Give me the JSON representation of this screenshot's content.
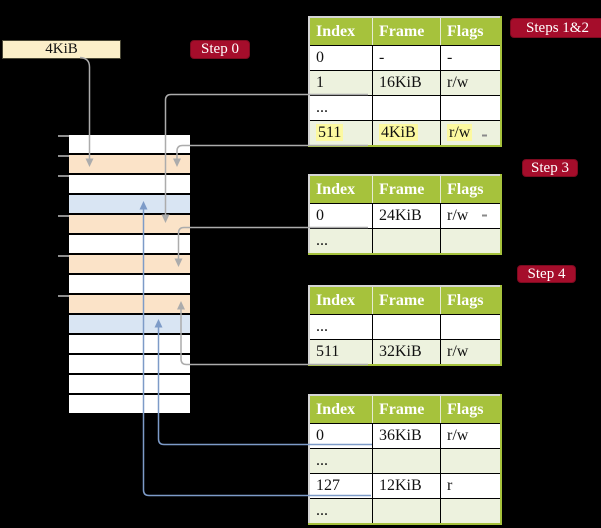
{
  "labels": {
    "size_box": "4KiB",
    "step0": "Step 0",
    "steps12": "Steps 1&2",
    "step3": "Step 3",
    "step4": "Step 4"
  },
  "tables": [
    {
      "caption_ref": "Steps 1&2",
      "columns": [
        "Index",
        "Frame",
        "Flags"
      ],
      "rows": [
        {
          "cells": [
            "0",
            "-",
            "-"
          ]
        },
        {
          "cells": [
            "1",
            "16KiB",
            "r/w"
          ]
        },
        {
          "cells": [
            "...",
            "",
            ""
          ]
        },
        {
          "cells": [
            "511",
            "4KiB",
            "r/w"
          ],
          "highlight": true
        }
      ]
    },
    {
      "caption_ref": "Step 3",
      "columns": [
        "Index",
        "Frame",
        "Flags"
      ],
      "rows": [
        {
          "cells": [
            "0",
            "24KiB",
            "r/w"
          ]
        },
        {
          "cells": [
            "...",
            "",
            ""
          ]
        }
      ]
    },
    {
      "caption_ref": "Step 4",
      "columns": [
        "Index",
        "Frame",
        "Flags"
      ],
      "rows": [
        {
          "cells": [
            "...",
            "",
            ""
          ]
        },
        {
          "cells": [
            "511",
            "32KiB",
            "r/w"
          ]
        }
      ]
    },
    {
      "caption_ref": "",
      "columns": [
        "Index",
        "Frame",
        "Flags"
      ],
      "rows": [
        {
          "cells": [
            "0",
            "36KiB",
            "r/w"
          ]
        },
        {
          "cells": [
            "...",
            "",
            ""
          ]
        },
        {
          "cells": [
            "127",
            "12KiB",
            "r"
          ]
        },
        {
          "cells": [
            "...",
            "",
            ""
          ]
        }
      ]
    }
  ],
  "memory": {
    "rows": [
      {
        "kind": "free"
      },
      {
        "kind": "pagetable"
      },
      {
        "kind": "free"
      },
      {
        "kind": "data"
      },
      {
        "kind": "pagetable"
      },
      {
        "kind": "free"
      },
      {
        "kind": "pagetable"
      },
      {
        "kind": "free"
      },
      {
        "kind": "pagetable"
      },
      {
        "kind": "data"
      },
      {
        "kind": "free"
      },
      {
        "kind": "free"
      },
      {
        "kind": "free"
      },
      {
        "kind": "free"
      }
    ]
  },
  "colors": {
    "background": "#000000",
    "badge": "#A50D2B",
    "table_header": "#A6C23C",
    "row_shade": "#EDF2DE",
    "highlight": "#FCF9A0",
    "pagetable_row": "#FBE3C8",
    "data_row": "#D9E5F3",
    "free_row": "#FFFFFF",
    "box_fill": "#FBEFC9",
    "connector_gray": "#ACACAC",
    "connector_blue": "#7D9BC8"
  }
}
